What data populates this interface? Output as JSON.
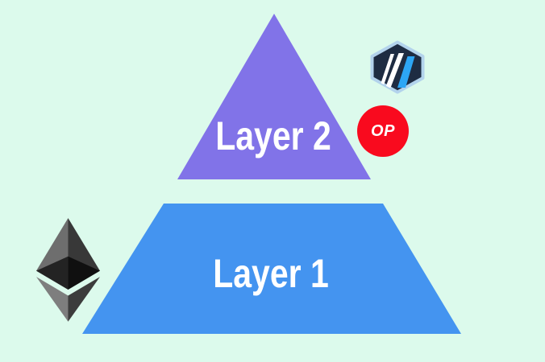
{
  "canvas": {
    "background": "#dcfaec"
  },
  "diagram": {
    "layers": [
      {
        "label": "Layer 2",
        "shape": "triangle",
        "color": "#8173e8"
      },
      {
        "label": "Layer 1",
        "shape": "trapezoid",
        "color": "#4494f0"
      }
    ]
  },
  "logos": {
    "ethereum": {
      "name": "Ethereum",
      "facets": {
        "topRight": "#383838",
        "topLeft": "#6e6e6e",
        "bottomRight": "#3c3c3c",
        "bottomLeft": "#7e7e7e",
        "beltRight": "#101010",
        "beltLeft": "#232323"
      }
    },
    "arbitrum": {
      "name": "Arbitrum",
      "background": "#1e2c42",
      "border": "#b3d3ec",
      "stripe": "#ffffff",
      "accent": "#2da6f5"
    },
    "optimism": {
      "label": "OP",
      "background": "#f90a1e",
      "text_color": "#ffffff"
    }
  }
}
